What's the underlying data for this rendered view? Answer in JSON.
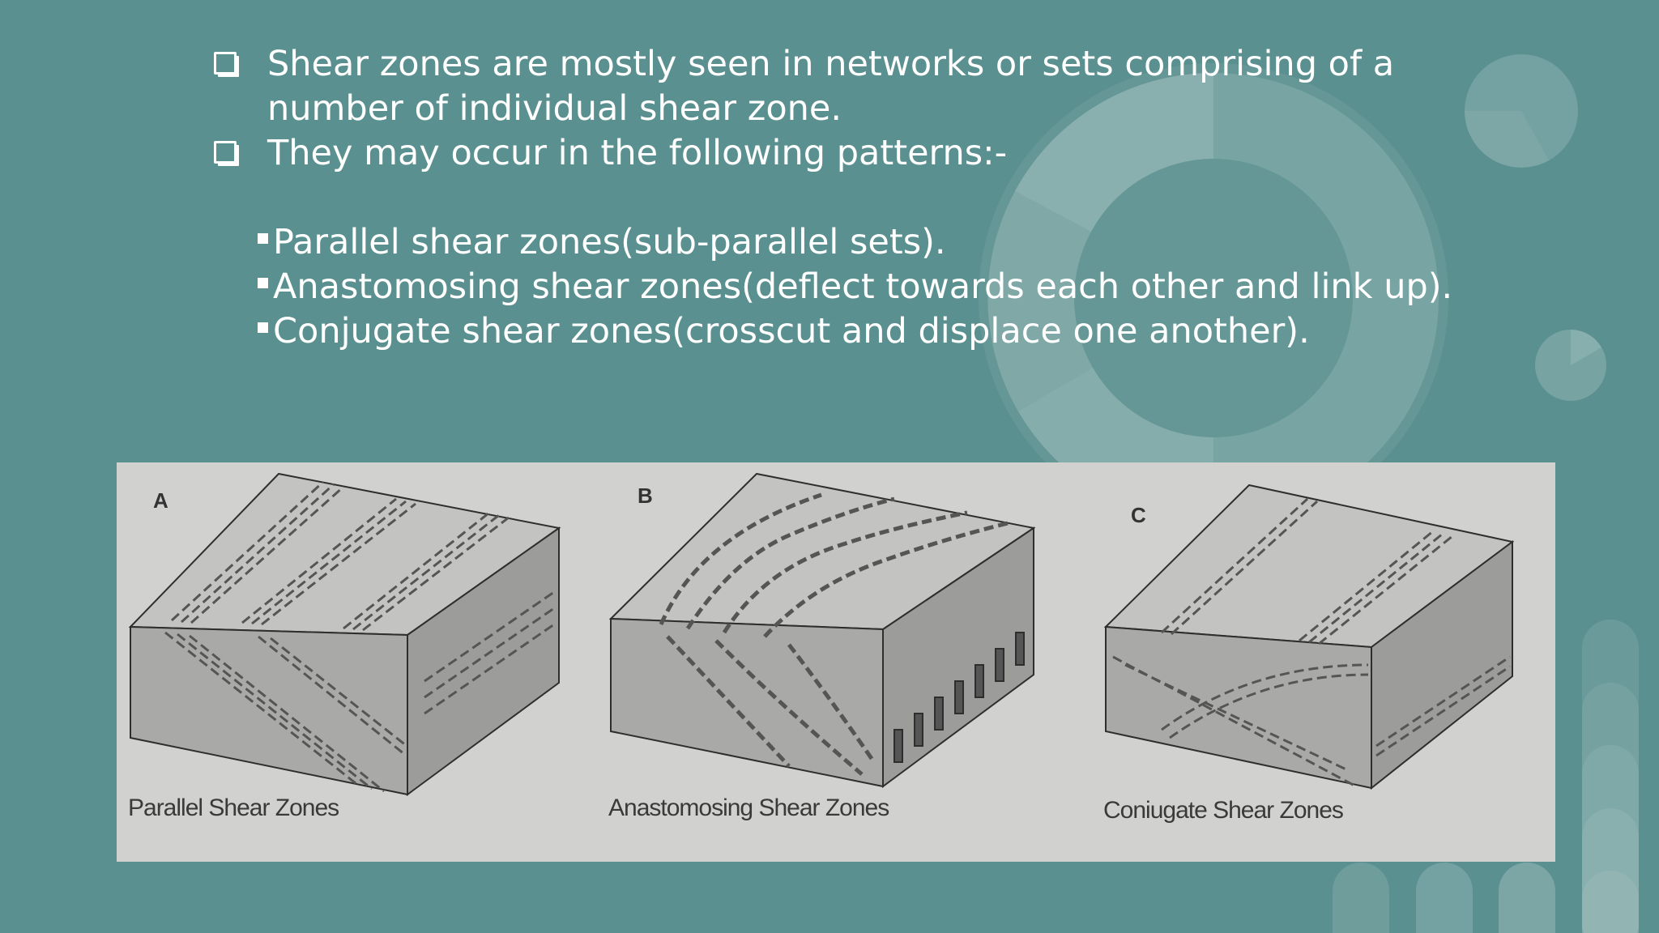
{
  "slide": {
    "bullets": [
      "Shear zones are mostly seen in networks or sets comprising of a number of individual shear zone.",
      "They may occur in the following patterns:-"
    ],
    "patterns": [
      "Parallel shear zones(sub-parallel sets).",
      "Anastomosing shear zones(deflect towards each other and link up).",
      "Conjugate shear zones(crosscut and displace one another)."
    ]
  },
  "figure": {
    "panels": [
      {
        "letter": "A",
        "caption": "Parallel Shear Zones"
      },
      {
        "letter": "B",
        "caption": "Anastomosing Shear Zones"
      },
      {
        "letter": "C",
        "caption": "Coniugate Shear Zones"
      }
    ]
  },
  "colors": {
    "background": "#5a908f",
    "text": "#ffffff",
    "figure_background": "#d1d2d0",
    "block_top": "#c3c4c2",
    "block_front": "#a9aaa8",
    "block_side": "#9c9d9b",
    "shear_line": "#555555"
  }
}
